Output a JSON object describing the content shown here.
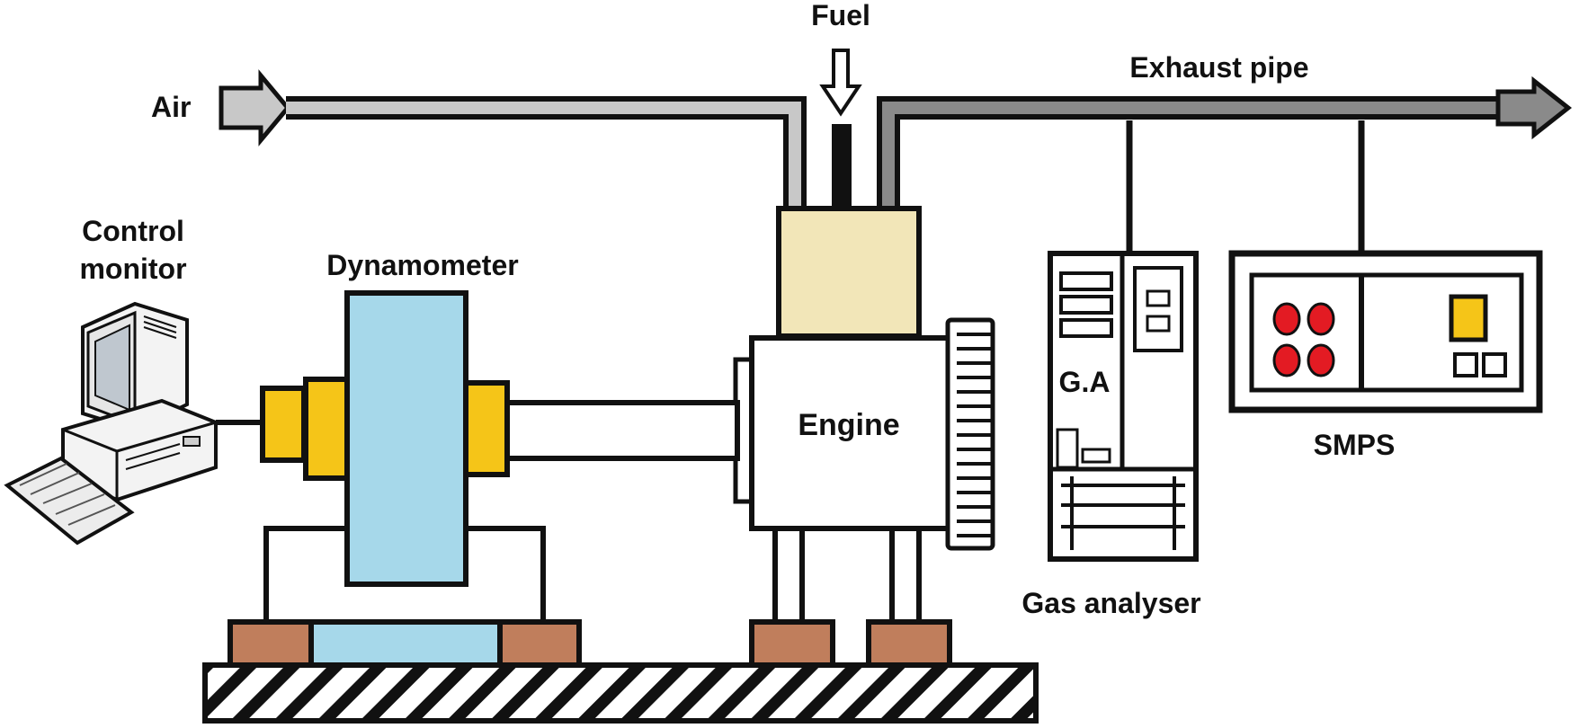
{
  "labels": {
    "air": "Air",
    "fuel": "Fuel",
    "exhaust_pipe": "Exhaust pipe",
    "control_monitor_line1": "Control",
    "control_monitor_line2": "monitor",
    "dynamometer": "Dynamometer",
    "engine": "Engine",
    "gas_analyser_badge": "G.A",
    "gas_analyser": "Gas analyser",
    "smps": "SMPS"
  },
  "colors": {
    "air_pipe": "#c8c8c8",
    "exhaust_pipe": "#8a8a8a",
    "dynamometer_body": "#a6d8ea",
    "coupling": "#f5c518",
    "engine_head": "#f2e6b8",
    "mount_block": "#c07e5c",
    "smps_indicator": "#e31b23",
    "smps_button": "#f5c518"
  }
}
